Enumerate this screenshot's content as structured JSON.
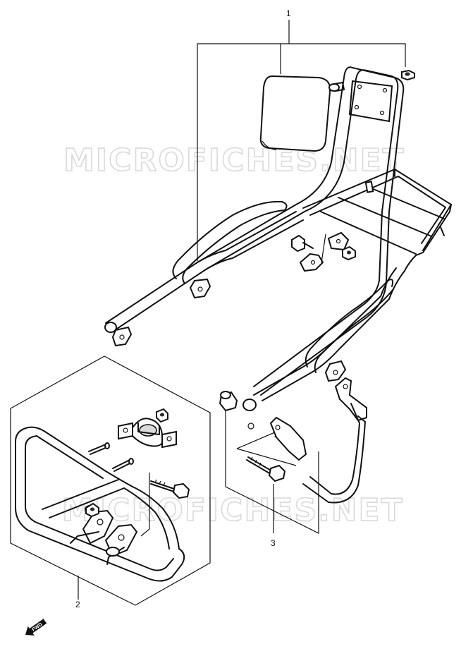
{
  "watermarks": [
    "MICROFICHES.NET",
    "MICROFICHES.NET"
  ],
  "callouts": [
    {
      "id": "callout-1",
      "label": "1"
    },
    {
      "id": "callout-2",
      "label": "2"
    },
    {
      "id": "callout-3",
      "label": "3"
    }
  ],
  "fwd_label": "FWD",
  "colors": {
    "line": "#111111",
    "watermark": "#d9d9d9",
    "background": "#ffffff"
  }
}
